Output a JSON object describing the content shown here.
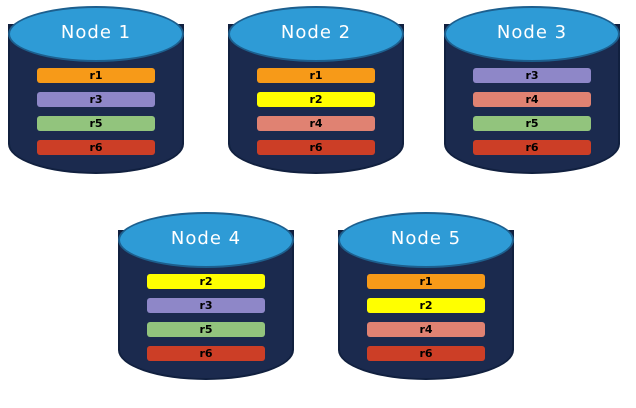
{
  "diagram": {
    "type": "replica-placement-diagram",
    "background_color": "#ffffff",
    "node_body_color": "#1b2a4e",
    "node_top_color": "#2e9bd6",
    "node_title_color": "#ffffff"
  },
  "replica_colors": {
    "r1": "#f79a18",
    "r2": "#ffff00",
    "r3": "#8e87c8",
    "r4": "#e08272",
    "r5": "#92c47d",
    "r6": "#cc3e26"
  },
  "nodes": [
    {
      "id": "node-1",
      "title": "Node  1",
      "replicas": [
        {
          "label": "r1",
          "color": "#f79a18"
        },
        {
          "label": "r3",
          "color": "#8e87c8"
        },
        {
          "label": "r5",
          "color": "#92c47d"
        },
        {
          "label": "r6",
          "color": "#cc3e26"
        }
      ]
    },
    {
      "id": "node-2",
      "title": "Node  2",
      "replicas": [
        {
          "label": "r1",
          "color": "#f79a18"
        },
        {
          "label": "r2",
          "color": "#ffff00"
        },
        {
          "label": "r4",
          "color": "#e08272"
        },
        {
          "label": "r6",
          "color": "#cc3e26"
        }
      ]
    },
    {
      "id": "node-3",
      "title": "Node  3",
      "replicas": [
        {
          "label": "r3",
          "color": "#8e87c8"
        },
        {
          "label": "r4",
          "color": "#e08272"
        },
        {
          "label": "r5",
          "color": "#92c47d"
        },
        {
          "label": "r6",
          "color": "#cc3e26"
        }
      ]
    },
    {
      "id": "node-4",
      "title": "Node  4",
      "replicas": [
        {
          "label": "r2",
          "color": "#ffff00"
        },
        {
          "label": "r3",
          "color": "#8e87c8"
        },
        {
          "label": "r5",
          "color": "#92c47d"
        },
        {
          "label": "r6",
          "color": "#cc3e26"
        }
      ]
    },
    {
      "id": "node-5",
      "title": "Node  5",
      "replicas": [
        {
          "label": "r1",
          "color": "#f79a18"
        },
        {
          "label": "r2",
          "color": "#ffff00"
        },
        {
          "label": "r4",
          "color": "#e08272"
        },
        {
          "label": "r6",
          "color": "#cc3e26"
        }
      ]
    }
  ]
}
